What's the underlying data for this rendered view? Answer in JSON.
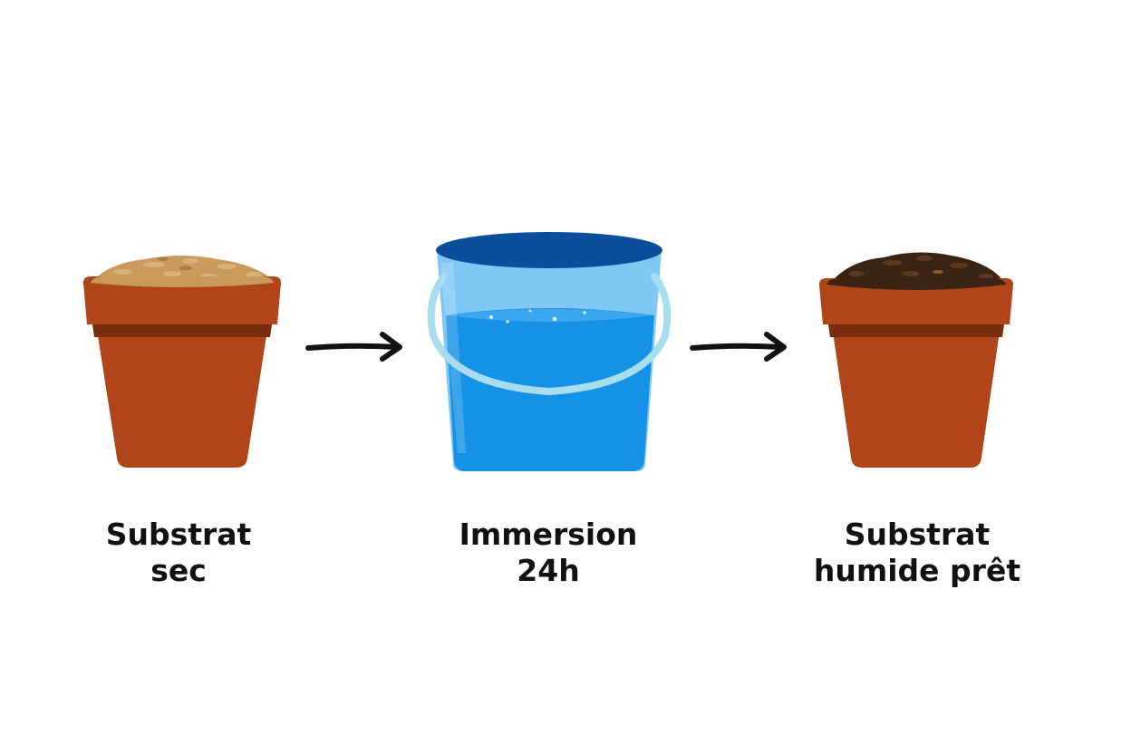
{
  "steps": [
    {
      "id": "dry-substrate",
      "icon": "pot-dry-substrate-icon",
      "label_lines": [
        "Substrat",
        "sec"
      ]
    },
    {
      "id": "immersion",
      "icon": "water-bucket-icon",
      "label_lines": [
        "Immersion",
        "24h"
      ]
    },
    {
      "id": "wet-substrate",
      "icon": "pot-wet-substrate-icon",
      "label_lines": [
        "Substrat",
        "humide prêt"
      ]
    }
  ],
  "colors": {
    "background": "#ffffff",
    "pot": "#b0451a",
    "pot_rim_shadow": "#7a2c0f",
    "dry_substrate": "#c99a5b",
    "wet_substrate": "#3b2414",
    "bucket_rim": "#0b4f9c",
    "bucket_glass": "#7fc8f5",
    "water": "#1592e6",
    "handle": "#a8dcef",
    "arrow": "#111111",
    "text": "#111111"
  }
}
